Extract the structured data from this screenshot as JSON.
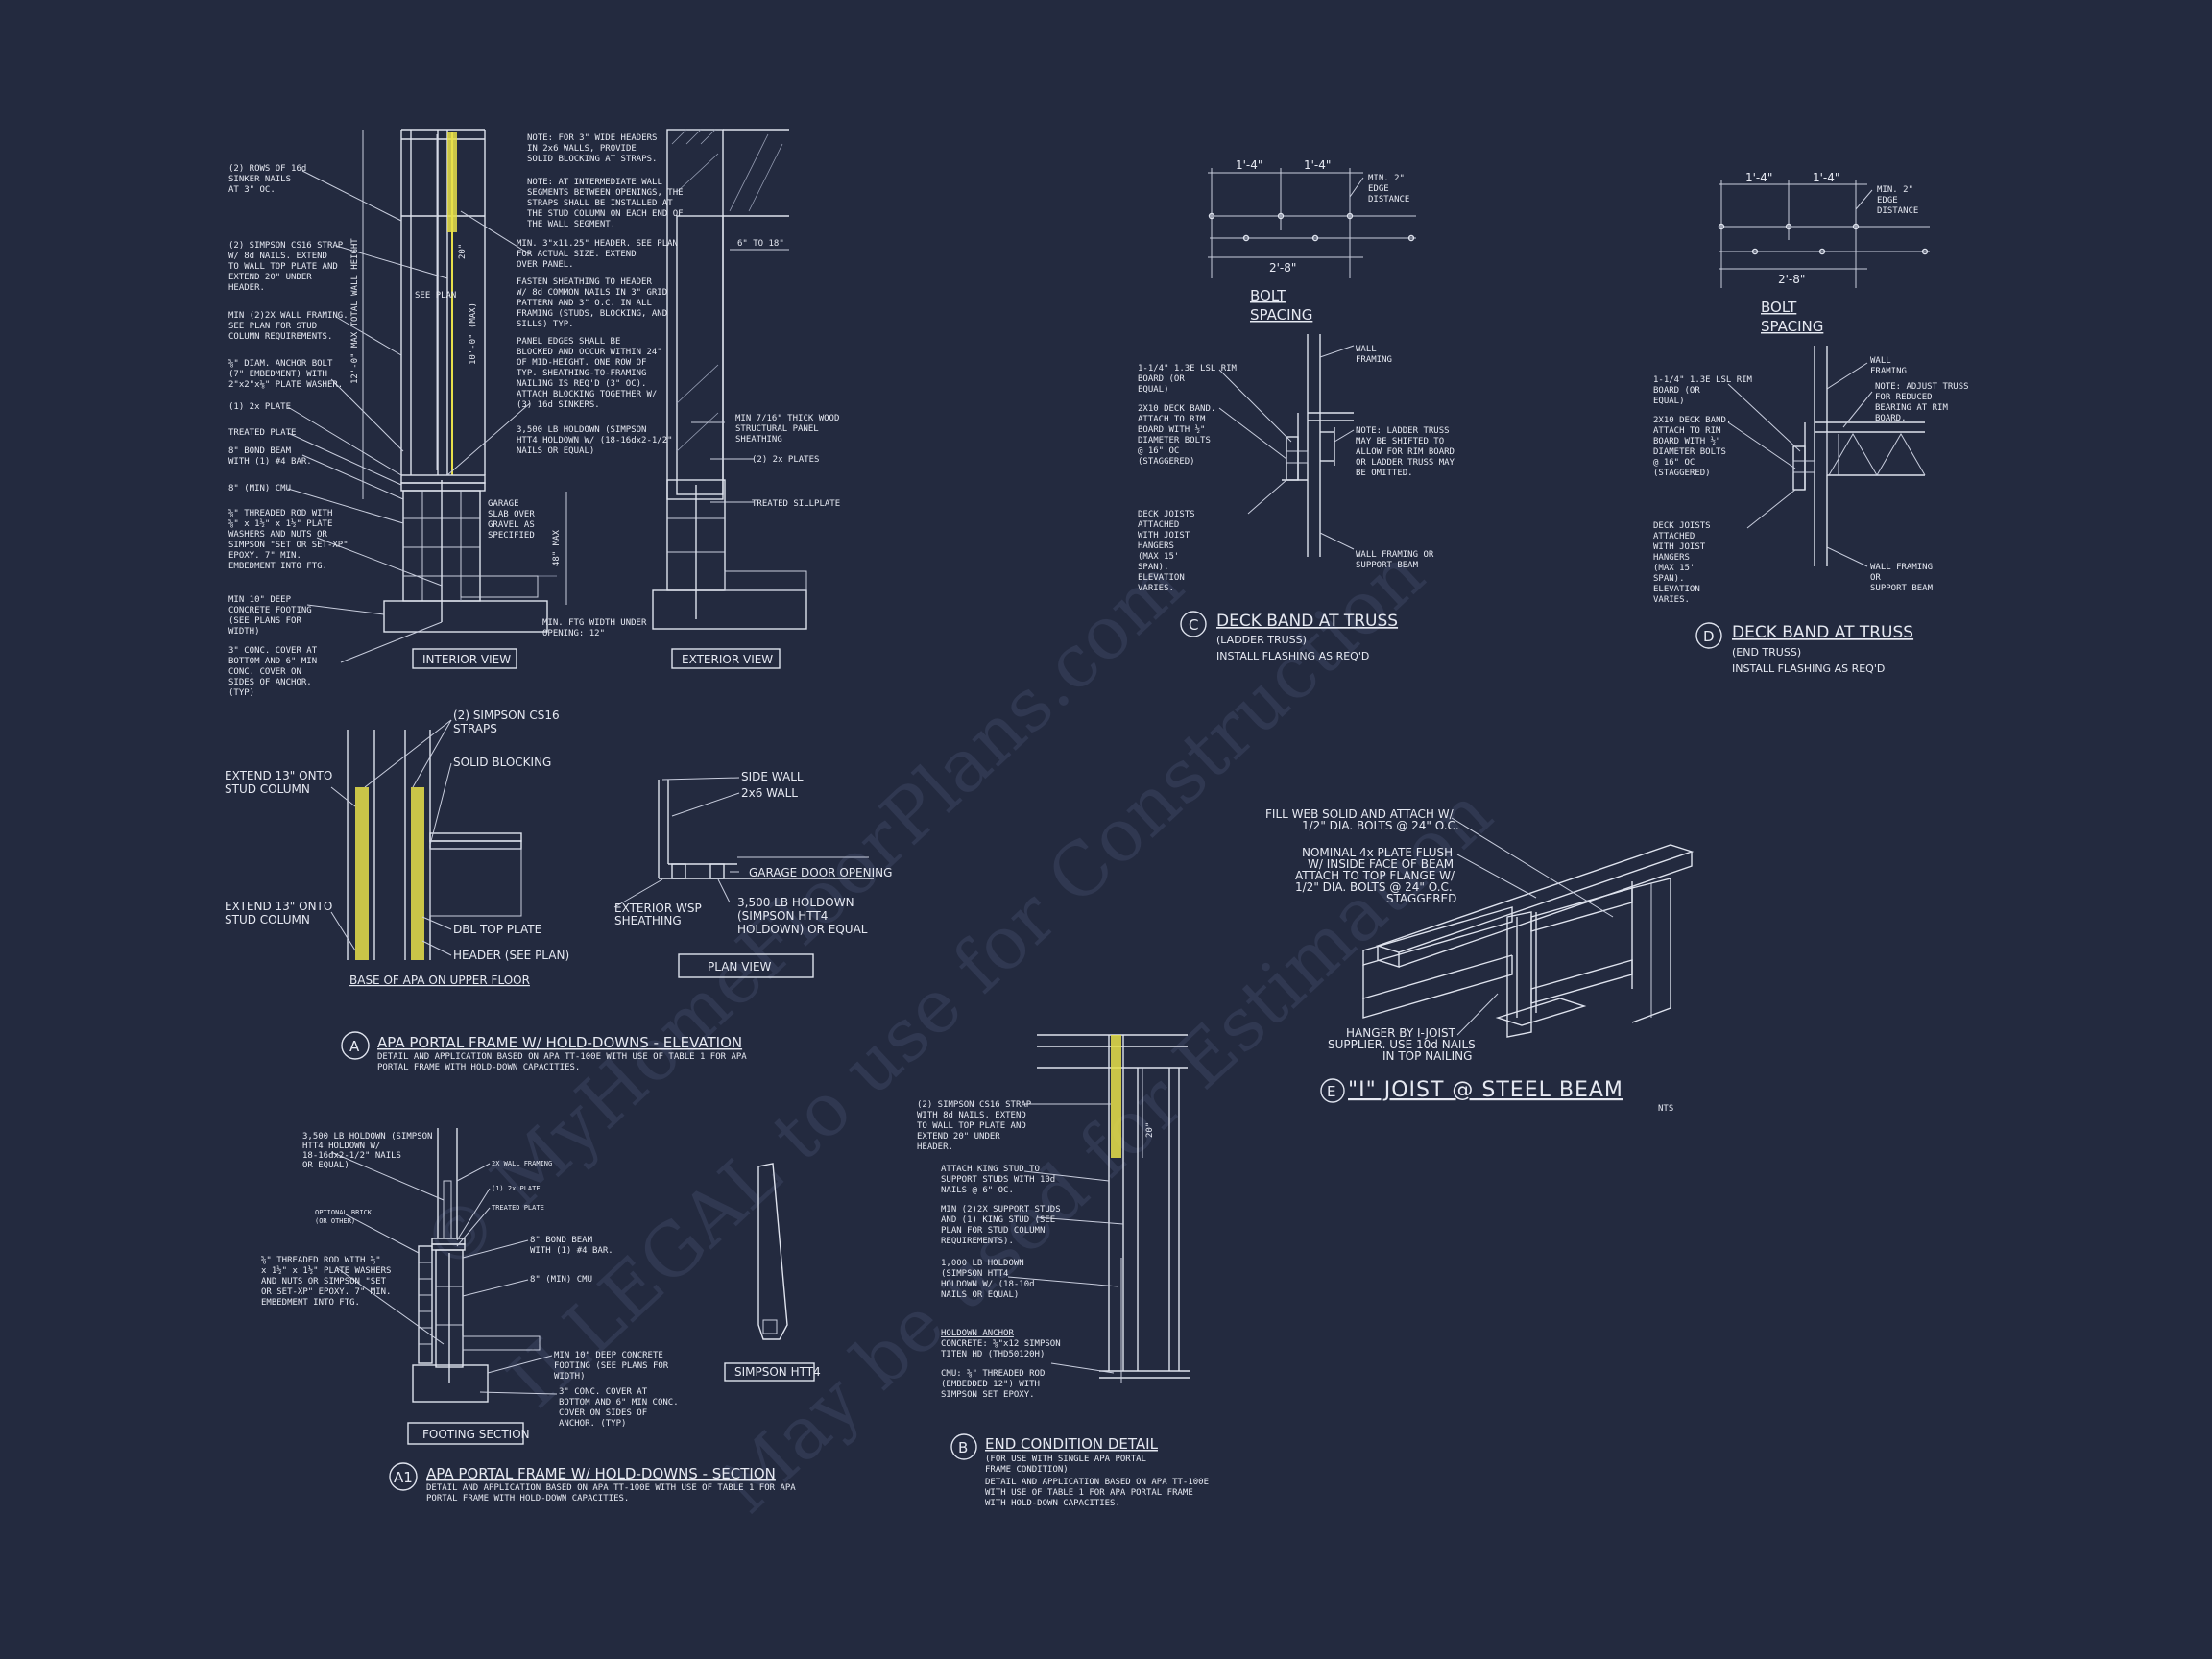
{
  "watermark": {
    "line1": "© MyHomeFloorPlans.com",
    "line2": "ILLEGAL to use for Construction",
    "line3": "May be used for Estimation"
  },
  "detailA": {
    "notes_left": [
      "(2) ROWS OF 16d",
      "SINKER NAILS",
      "AT 3\" OC.",
      "(2) SIMPSON CS16 STRAP",
      "W/ 8d NAILS. EXTEND",
      "TO WALL TOP PLATE AND",
      "EXTEND 20\" UNDER",
      "HEADER.",
      "MIN (2)2X WALL FRAMING.",
      "SEE PLAN FOR STUD",
      "COLUMN REQUIREMENTS.",
      "⅝\" DIAM. ANCHOR BOLT",
      "(7\" EMBEDMENT) WITH",
      "2\"x2\"x⅛\" PLATE WASHER.",
      "(1) 2x PLATE",
      "TREATED PLATE",
      "8\" BOND BEAM",
      "WITH (1) #4 BAR.",
      "8\" (MIN) CMU",
      "⅝\" THREADED ROD WITH",
      "⅝\" x 1½\" x 1½\" PLATE",
      "WASHERS AND NUTS OR",
      "SIMPSON \"SET OR SET-XP\"",
      "EPOXY.   7\" MIN.",
      "EMBEDMENT INTO FTG.",
      "MIN 10\" DEEP",
      "CONCRETE FOOTING",
      "(SEE PLANS FOR",
      "WIDTH)",
      "3\" CONC. COVER AT",
      "BOTTOM AND 6\" MIN",
      "CONC. COVER ON",
      "SIDES OF ANCHOR.",
      "(TYP)"
    ],
    "notes_right": [
      "NOTE: FOR 3\" WIDE HEADERS",
      "IN 2x6 WALLS, PROVIDE",
      "SOLID BLOCKING AT STRAPS.",
      "NOTE: AT INTERMEDIATE WALL",
      "SEGMENTS BETWEEN OPENINGS, THE",
      "STRAPS SHALL BE INSTALLED AT",
      "THE STUD COLUMN ON EACH END OF",
      "THE WALL SEGMENT.",
      "MIN. 3\"x11.25\" HEADER. SEE PLAN",
      "FOR ACTUAL SIZE. EXTEND",
      "OVER PANEL.",
      "FASTEN SHEATHING TO HEADER",
      "W/ 8d COMMON NAILS IN 3\" GRID",
      "PATTERN AND 3\" O.C. IN ALL",
      "FRAMING (STUDS, BLOCKING, AND",
      "SILLS) TYP.",
      "PANEL EDGES SHALL BE",
      "BLOCKED AND OCCUR WITHIN 24\"",
      "OF MID-HEIGHT.  ONE ROW OF",
      "TYP. SHEATHING-TO-FRAMING",
      "NAILING IS REQ'D (3\" OC).",
      "ATTACH BLOCKING TOGETHER W/",
      "(3) 16d SINKERS.",
      "3,500 LB HOLDOWN (SIMPSON",
      "HTT4 HOLDOWN W/ (18-16dx2-1/2\"",
      "NAILS OR EQUAL)"
    ],
    "dims": [
      "20\"",
      "10'-0\" (MAX)",
      "12'-0\" MAX TOTAL WALL HEIGHT",
      "SEE PLAN",
      "48\" MAX",
      "6\" TO 18\""
    ],
    "garage_note": [
      "GARAGE",
      "SLAB OVER",
      "GRAVEL AS",
      "SPECIFIED"
    ],
    "ftg_note": [
      "MIN. FTG WIDTH UNDER",
      "OPENING: 12\""
    ],
    "ext_notes": [
      "MIN 7/16\" THICK WOOD",
      "STRUCTURAL PANEL",
      "SHEATHING",
      "(2) 2x PLATES",
      "TREATED SILLPLATE"
    ],
    "view_interior": "INTERIOR VIEW",
    "view_exterior": "EXTERIOR VIEW",
    "upper": {
      "straps": [
        "(2) SIMPSON CS16",
        "STRAPS"
      ],
      "solid_blocking": "SOLID BLOCKING",
      "extend1": [
        "EXTEND 13\" ONTO",
        "STUD COLUMN"
      ],
      "extend2": [
        "EXTEND 13\" ONTO",
        "STUD COLUMN"
      ],
      "dbl_top": "DBL TOP PLATE",
      "header": "HEADER (SEE PLAN)",
      "base_title": "BASE OF APA ON UPPER FLOOR"
    },
    "plan": {
      "side_wall": "SIDE WALL",
      "wall_2x6": "2x6 WALL",
      "garage_door": "GARAGE DOOR OPENING",
      "ext_wsp": [
        "EXTERIOR WSP",
        "SHEATHING"
      ],
      "holdown": [
        "3,500 LB HOLDOWN",
        "(SIMPSON HTT4",
        "HOLDOWN) OR EQUAL"
      ],
      "plan_view": "PLAN VIEW"
    },
    "marker": "A",
    "title": "APA PORTAL FRAME W/ HOLD-DOWNS - ELEVATION",
    "desc1": "DETAIL AND APPLICATION BASED ON APA TT-100E WITH USE OF TABLE 1 FOR APA",
    "desc2": "PORTAL FRAME WITH HOLD-DOWN CAPACITIES."
  },
  "detailA1": {
    "notes": [
      "3,500 LB HOLDOWN (SIMPSON",
      "HTT4 HOLDOWN W/",
      "18-16dx2-1/2\" NAILS",
      "OR EQUAL)",
      "2X WALL FRAMING",
      "(1) 2x PLATE",
      "TREATED PLATE",
      "OPTIONAL BRICK",
      "(OR OTHER)",
      "8\" BOND BEAM",
      "WITH (1) #4 BAR.",
      "⅝\" THREADED ROD WITH ⅝\"",
      "x 1½\" x 1½\" PLATE WASHERS",
      "AND NUTS OR SIMPSON \"SET",
      "OR SET-XP\" EPOXY.  7\" MIN.",
      "EMBEDMENT INTO FTG.",
      "8\" (MIN) CMU",
      "MIN 10\" DEEP CONCRETE",
      "FOOTING (SEE PLANS FOR",
      "WIDTH)",
      "3\" CONC. COVER AT",
      "BOTTOM AND 6\" MIN CONC.",
      "COVER ON SIDES OF",
      "ANCHOR. (TYP)"
    ],
    "footing_section": "FOOTING SECTION",
    "simpson": "SIMPSON HTT4",
    "marker": "A1",
    "title": "APA PORTAL FRAME W/ HOLD-DOWNS - SECTION",
    "desc1": "DETAIL AND APPLICATION BASED ON APA TT-100E WITH USE OF TABLE 1 FOR APA",
    "desc2": "PORTAL FRAME WITH HOLD-DOWN CAPACITIES."
  },
  "detailB": {
    "notes": [
      "(2) SIMPSON CS16 STRAP",
      "WITH 8d NAILS. EXTEND",
      "TO WALL TOP PLATE AND",
      "EXTEND 20\" UNDER",
      "HEADER.",
      "ATTACH KING STUD TO",
      "SUPPORT STUDS WITH 10d",
      "NAILS @ 6\" OC.",
      "MIN (2)2X SUPPORT STUDS",
      "AND (1) KING STUD (SEE",
      "PLAN FOR STUD COLUMN",
      "REQUIREMENTS).",
      "1,000 LB HOLDOWN",
      "(SIMPSON HTT4",
      "HOLDOWN W/ (18-10d",
      "NAILS OR EQUAL)",
      "HOLDOWN ANCHOR",
      "CONCRETE: ⅝\"x12 SIMPSON",
      "TITEN HD (THD50120H)",
      "CMU: ⅝\" THREADED ROD",
      "(EMBEDDED 12\") WITH",
      "SIMPSON SET EPOXY."
    ],
    "dim": "20\"",
    "marker": "B",
    "title": "END CONDITION DETAIL",
    "sub1": "(FOR USE WITH SINGLE APA PORTAL",
    "sub2": "FRAME CONDITION)",
    "desc1": "DETAIL AND APPLICATION BASED ON APA TT-100E",
    "desc2": "WITH USE OF TABLE 1 FOR APA PORTAL FRAME",
    "desc3": "WITH HOLD-DOWN CAPACITIES."
  },
  "detailC": {
    "dims": [
      "1'-4\"",
      "1'-4\"",
      "2'-8\""
    ],
    "edge": [
      "MIN. 2\"",
      "EDGE",
      "DISTANCE"
    ],
    "bolt": [
      "BOLT",
      "SPACING"
    ],
    "wall_framing": [
      "WALL",
      "FRAMING"
    ],
    "rim": [
      "1-1/4\" 1.3E LSL RIM",
      "BOARD (OR",
      "EQUAL)"
    ],
    "deck_band": [
      "2X10 DECK BAND.",
      "ATTACH TO RIM",
      "BOARD WITH ½\"",
      "DIAMETER BOLTS",
      "@ 16\" OC",
      "(STAGGERED)"
    ],
    "note": [
      "NOTE: LADDER TRUSS",
      "MAY BE SHIFTED TO",
      "ALLOW FOR RIM BOARD",
      "OR LADDER TRUSS MAY",
      "BE OMITTED."
    ],
    "joists": [
      "DECK JOISTS",
      "ATTACHED",
      "WITH JOIST",
      "HANGERS",
      "(MAX 15'",
      "SPAN).",
      "ELEVATION",
      "VARIES."
    ],
    "wall_support": [
      "WALL FRAMING OR",
      "SUPPORT BEAM"
    ],
    "marker": "C",
    "title": "DECK BAND AT TRUSS",
    "sub1": "(LADDER TRUSS)",
    "sub2": "INSTALL FLASHING AS REQ'D"
  },
  "detailD": {
    "dims": [
      "1'-4\"",
      "1'-4\"",
      "2'-8\""
    ],
    "edge": [
      "MIN. 2\"",
      "EDGE",
      "DISTANCE"
    ],
    "bolt": [
      "BOLT",
      "SPACING"
    ],
    "wall_framing": [
      "WALL",
      "FRAMING"
    ],
    "rim": [
      "1-1/4\" 1.3E LSL RIM",
      "BOARD (OR",
      "EQUAL)"
    ],
    "note": [
      "NOTE: ADJUST TRUSS",
      "FOR REDUCED",
      "BEARING AT RIM",
      "BOARD."
    ],
    "deck_band": [
      "2X10 DECK BAND.",
      "ATTACH TO RIM",
      "BOARD WITH ½\"",
      "DIAMETER BOLTS",
      "@ 16\" OC",
      "(STAGGERED)"
    ],
    "joists": [
      "DECK JOISTS",
      "ATTACHED",
      "WITH JOIST",
      "HANGERS",
      "(MAX 15'",
      "SPAN).",
      "ELEVATION",
      "VARIES."
    ],
    "wall_support": [
      "WALL FRAMING",
      "OR",
      "SUPPORT BEAM"
    ],
    "marker": "D",
    "title": "DECK BAND AT TRUSS",
    "sub1": "(END TRUSS)",
    "sub2": "INSTALL FLASHING AS REQ'D"
  },
  "detailE": {
    "fill_web": [
      "FILL WEB SOLID AND ATTACH W/",
      "1/2\" DIA. BOLTS @ 24\" O.C."
    ],
    "nominal": [
      "NOMINAL 4x  PLATE FLUSH",
      "W/ INSIDE FACE OF BEAM",
      "ATTACH TO TOP FLANGE W/",
      "1/2\" DIA. BOLTS @ 24\" O.C.",
      "STAGGERED"
    ],
    "hanger": [
      "HANGER BY I-JOIST",
      "SUPPLIER. USE 10d NAILS",
      "IN TOP NAILING"
    ],
    "marker": "E",
    "title": "\"I\" JOIST @ STEEL BEAM",
    "nts": "NTS"
  }
}
